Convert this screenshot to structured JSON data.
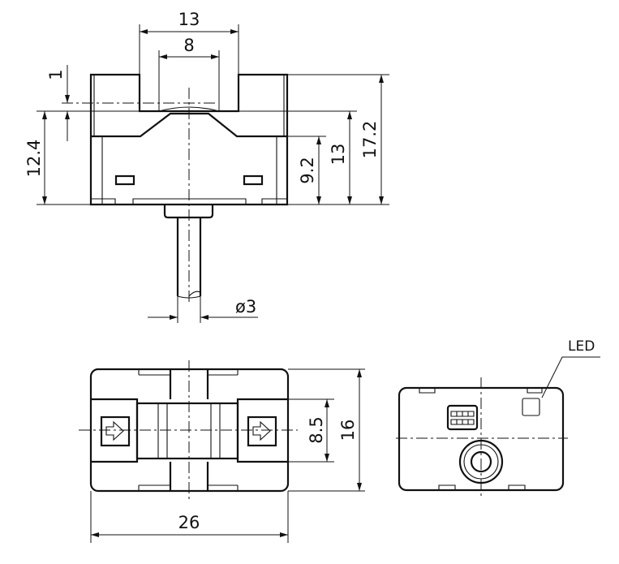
{
  "dimensions": {
    "gap_width": "13",
    "slot_width": "8",
    "slot_depth": "1",
    "height_left": "12.4",
    "height_shoulder": "9.2",
    "height_slot": "13",
    "height_total": "17.2",
    "cable_diameter": "ø3",
    "inner_band": "8.5",
    "depth": "16",
    "length": "26"
  },
  "labels": {
    "led": "LED"
  }
}
